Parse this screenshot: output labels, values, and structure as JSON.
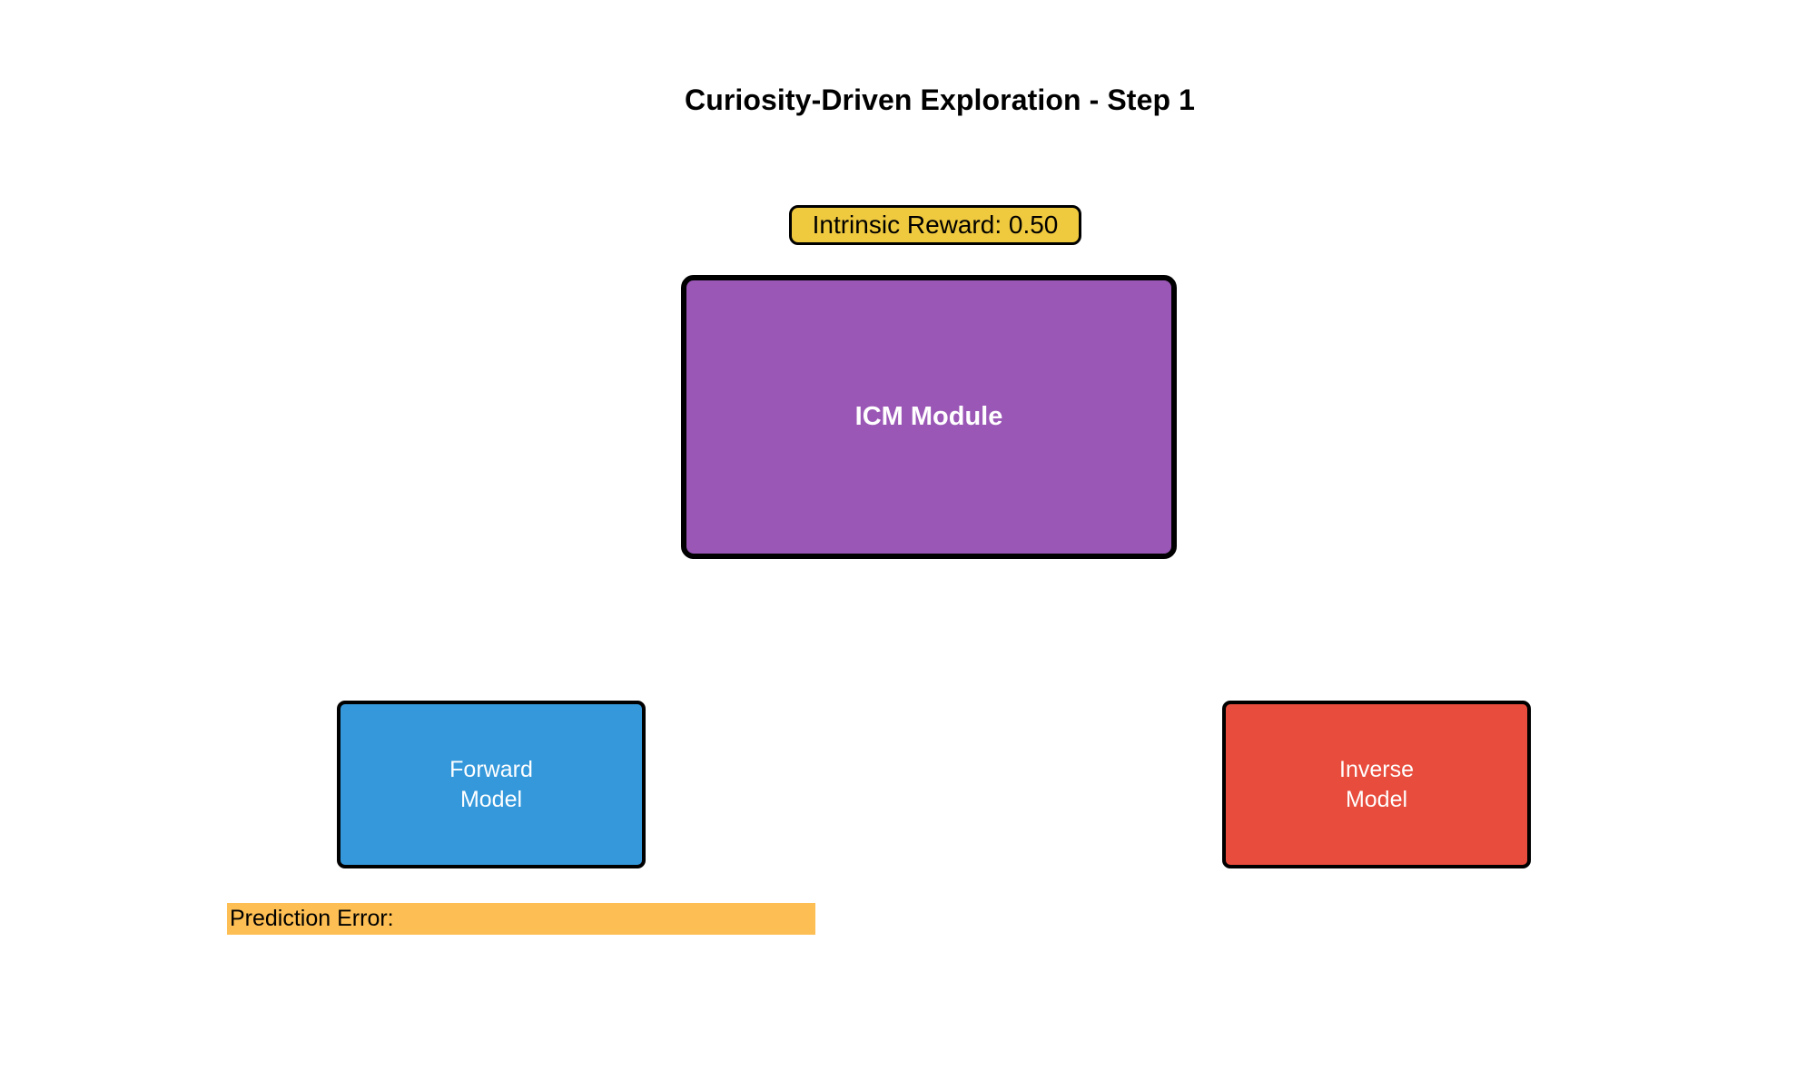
{
  "page": {
    "title": "Curiosity-Driven Exploration - Step 1",
    "background_color": "#ffffff"
  },
  "reward_badge": {
    "label": "Intrinsic Reward: 0.50",
    "metric_name": "Intrinsic Reward",
    "value": "0.50",
    "fill_color": "#efc93e",
    "border_color": "#000000",
    "text_color": "#000000"
  },
  "nodes": [
    {
      "id": "icm-module",
      "label": "ICM Module",
      "fill_color": "#9a57b6",
      "border_color": "#000000",
      "text_color": "#ffffff"
    },
    {
      "id": "forward-model",
      "label": "Forward\nModel",
      "fill_color": "#3498db",
      "border_color": "#000000",
      "text_color": "#ffffff"
    },
    {
      "id": "inverse-model",
      "label": "Inverse\nModel",
      "fill_color": "#e74c3c",
      "border_color": "#000000",
      "text_color": "#ffffff"
    }
  ],
  "prediction_error": {
    "label": "Prediction Error:",
    "value": "",
    "fill_color": "#fdbf54",
    "text_color": "#000000"
  }
}
